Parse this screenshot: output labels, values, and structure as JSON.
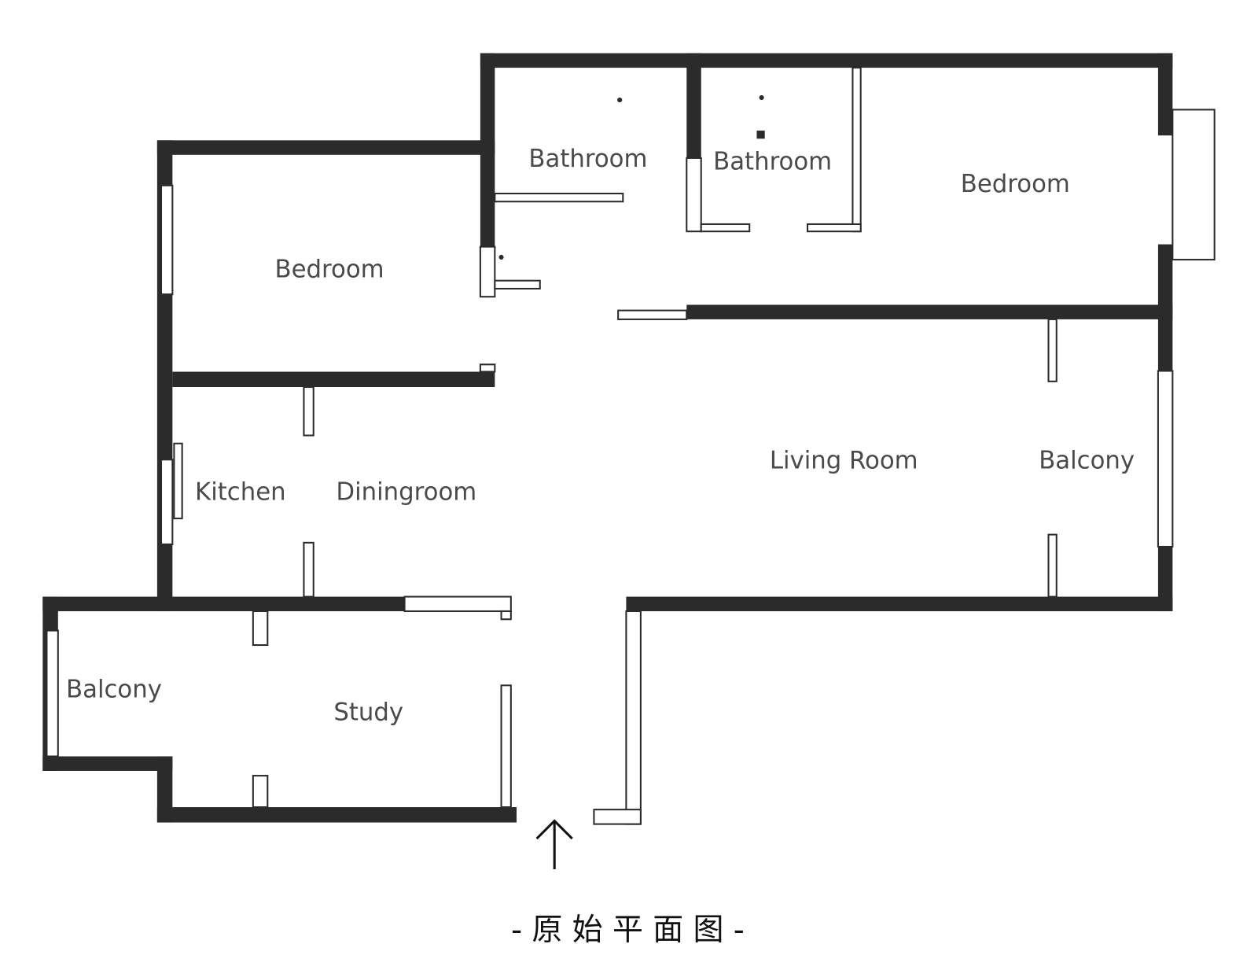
{
  "rooms": {
    "bedroom_left": "Bedroom",
    "bathroom_1": "Bathroom",
    "bathroom_2": "Bathroom",
    "bedroom_right": "Bedroom",
    "kitchen": "Kitchen",
    "diningroom": "Diningroom",
    "living_room": "Living Room",
    "balcony_right": "Balcony",
    "balcony_left": "Balcony",
    "study": "Study"
  },
  "caption": "-原始平面图-",
  "colors": {
    "wall": "#2b2b2b",
    "label": "#4a4a4a"
  }
}
